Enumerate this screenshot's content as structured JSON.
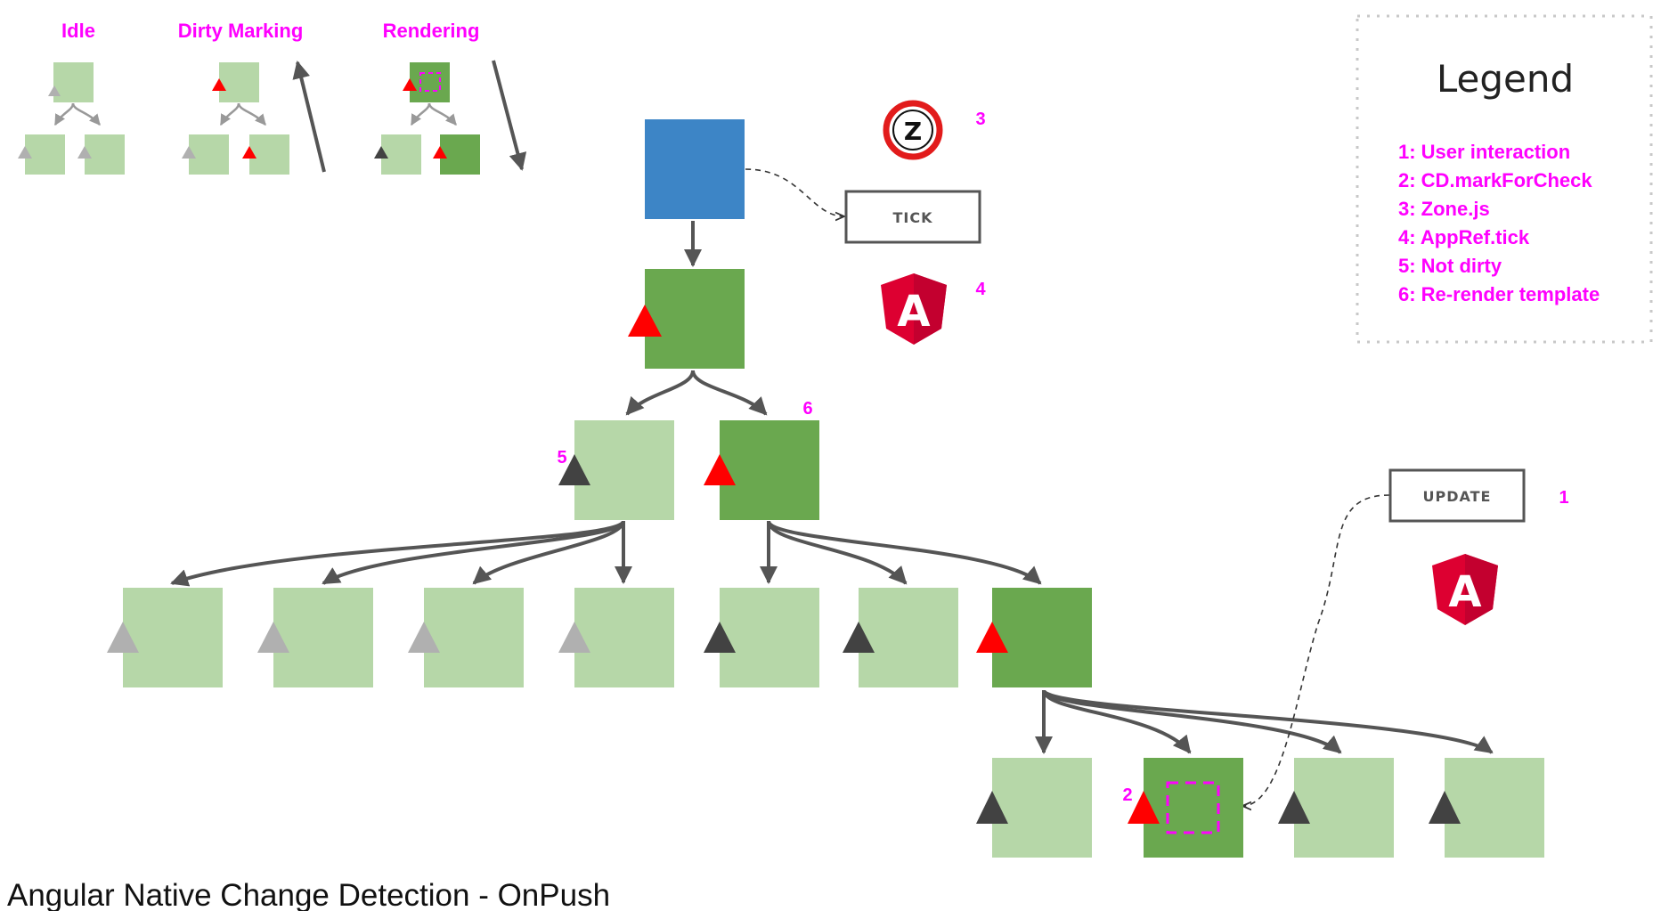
{
  "diagram_title": "Angular Native Change Detection - OnPush",
  "phases": {
    "idle": "Idle",
    "dirty_marking": "Dirty Marking",
    "rendering": "Rendering"
  },
  "legend": {
    "title": "Legend",
    "items": [
      "1: User interaction",
      "2: CD.markForCheck",
      "3: Zone.js",
      "4: AppRef.tick",
      "5: Not dirty",
      "6: Re-render template"
    ]
  },
  "boxes": {
    "tick": "TICK",
    "update": "UPDATE"
  },
  "markers": {
    "zone": "3",
    "appref": "4",
    "not_dirty": "5",
    "rerender": "6",
    "user_interaction": "1",
    "mark_for_check": "2"
  },
  "icons": {
    "zone_letter": "Z",
    "angular_letter": "A"
  },
  "colors": {
    "root": "#3d85c6",
    "rendered": "#6aa84f",
    "idle": "#b6d7a8",
    "dirty_marker": "#ff0000",
    "checked_marker": "#424242",
    "idle_marker": "#b0b0b0",
    "annotation": "#ff00ff",
    "angular": "#dd0031",
    "zone_ring": "#e21b1b"
  }
}
